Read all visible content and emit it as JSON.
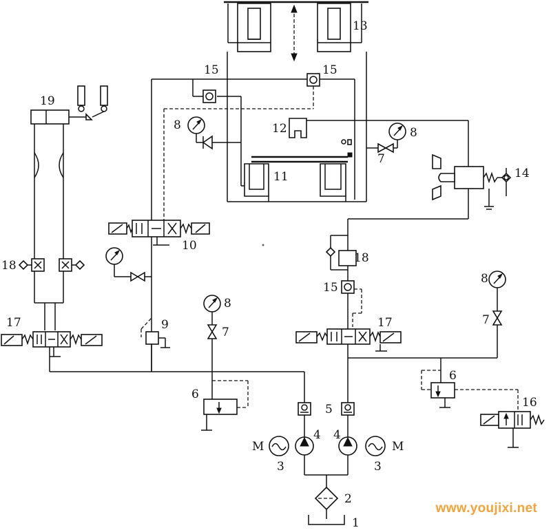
{
  "labels": {
    "l1": "1",
    "l2": "2",
    "l3a": "3",
    "l3b": "3",
    "l4a": "4",
    "l4b": "4",
    "l5": "5",
    "l6a": "6",
    "l6b": "6",
    "l7a": "7",
    "l7b": "7",
    "l7c": "7",
    "l8a": "8",
    "l8b": "8",
    "l8c": "8",
    "l8d": "8",
    "l9": "9",
    "l10": "10",
    "l11": "11",
    "l12": "12",
    "l13": "13",
    "l14": "14",
    "l15a": "15",
    "l15b": "15",
    "l15c": "15",
    "l16": "16",
    "l17a": "17",
    "l17b": "17",
    "l18a": "18",
    "l18b": "18",
    "l19": "19",
    "mA": "M",
    "mB": "M"
  },
  "watermark": "www.youjixi.net",
  "colors": {
    "line": "#111111",
    "watermark": "#f2a33a"
  }
}
